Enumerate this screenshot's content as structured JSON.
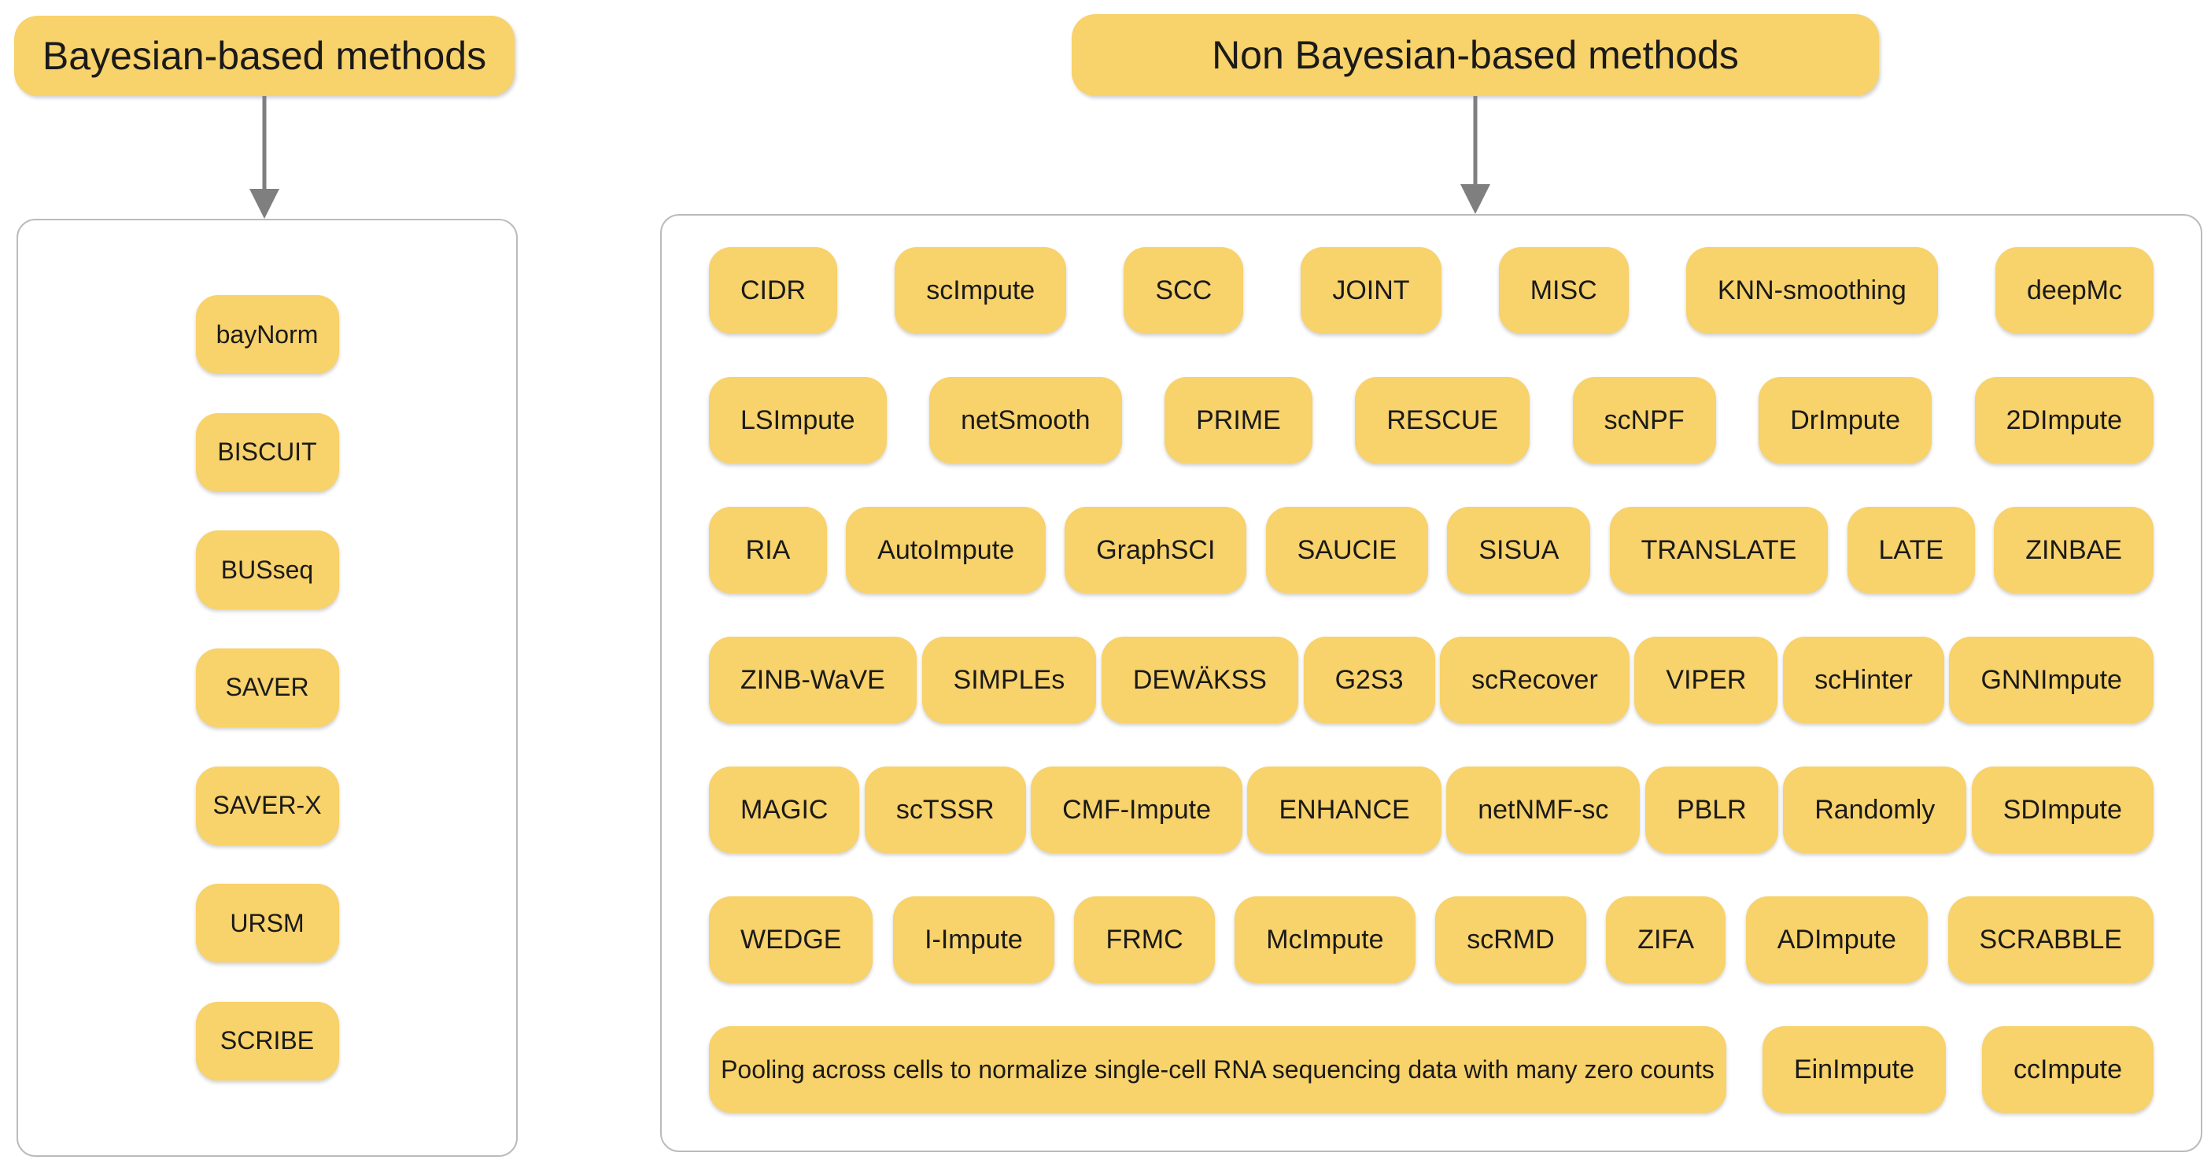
{
  "colors": {
    "box_fill": "#F8D26A",
    "box_text": "#1A1A1A",
    "panel_border": "#B9BCBE",
    "arrow": "#7F7F7F",
    "background": "#FFFFFF"
  },
  "left": {
    "header": "Bayesian-based methods",
    "items": [
      "bayNorm",
      "BISCUIT",
      "BUSseq",
      "SAVER",
      "SAVER-X",
      "URSM",
      "SCRIBE"
    ]
  },
  "right": {
    "header": "Non Bayesian-based methods",
    "rows": [
      [
        "CIDR",
        "scImpute",
        "SCC",
        "JOINT",
        "MISC",
        "KNN-smoothing",
        "deepMc"
      ],
      [
        "LSImpute",
        "netSmooth",
        "PRIME",
        "RESCUE",
        "scNPF",
        "DrImpute",
        "2DImpute"
      ],
      [
        "RIA",
        "AutoImpute",
        "GraphSCI",
        "SAUCIE",
        "SISUA",
        "TRANSLATE",
        "LATE",
        "ZINBAE"
      ],
      [
        "ZINB-WaVE",
        "SIMPLEs",
        "DEWÄKSS",
        "G2S3",
        "scRecover",
        "VIPER",
        "scHinter",
        "GNNImpute"
      ],
      [
        "MAGIC",
        "scTSSR",
        "CMF-Impute",
        "ENHANCE",
        "netNMF-sc",
        "PBLR",
        "Randomly",
        "SDImpute"
      ],
      [
        "WEDGE",
        "I-Impute",
        "FRMC",
        "McImpute",
        "scRMD",
        "ZIFA",
        "ADImpute",
        "SCRABBLE"
      ],
      [
        "Pooling across cells to normalize single-cell RNA sequencing data with many zero counts",
        "EinImpute",
        "ccImpute"
      ]
    ]
  }
}
